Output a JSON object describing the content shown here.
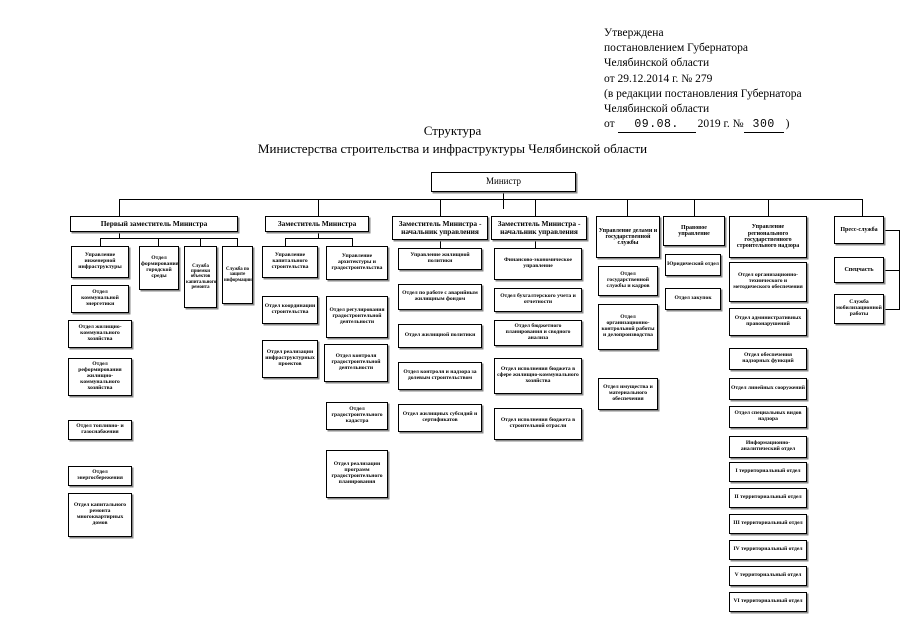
{
  "document": {
    "approval": {
      "line1": "Утверждена",
      "line2": "постановлением Губернатора",
      "line3": "Челябинской области",
      "line4": "от 29.12.2014 г. № 279",
      "line5": "(в редакции постановления Губернатора",
      "line6": "Челябинской области",
      "line7_label": "от",
      "line7_date": "09.08.",
      "line7_year": "2019 г. №",
      "line7_number": "300",
      "line7_close": ")"
    },
    "title_line1": "Структура",
    "title_line2": "Министерства строительства и инфраструктуры Челябинской области"
  },
  "chart_data": {
    "type": "diagram",
    "root": "Министр",
    "nodes": {
      "minister": "Министр",
      "deputy1": "Первый заместитель Министра",
      "deputy2": "Заместитель Министра",
      "deputy3": "Заместитель Министра - начальник управления",
      "deputy4": "Заместитель Министра - начальник управления",
      "affairs_dept": "Управление делами и государственной службы",
      "legal_dept": "Правовое управление",
      "supervision_dept": "Управление регионального государственного строительного надзора",
      "press": "Пресс-служба",
      "c1_1": "Управление инженерной инфраструктуры",
      "c1_2": "Отдел коммунальной энергетики",
      "c1_3": "Отдел жилищно-коммунального хозяйства",
      "c1_4": "Отдел реформирования жилищно-коммунального хозяйства",
      "c1_5": "Отдел топливно- и газоснабжения",
      "c1_6": "Отдел энергосбережения",
      "c1_7": "Отдел капитального ремонта многоквартирных домов",
      "c2_1": "Отдел формирования городской среды",
      "c2_2": "Служба приемки объектов капитального ремонта",
      "c2_3": "Служба по защите информации",
      "c3_1": "Управление капитального строительства",
      "c3_2": "Отдел координации строительства",
      "c3_3": "Отдел реализации инфраструктурных проектов",
      "c4_1": "Управление архитектуры и градостроительства",
      "c4_2": "Отдел регулирования градостроительной деятельности",
      "c4_3": "Отдел контроля градостроительной деятельности",
      "c4_4": "Отдел градостроительного кадастра",
      "c4_5": "Отдел реализации программ градостроительного планирования",
      "c5_1": "Управление жилищной политики",
      "c5_2": "Отдел по работе с аварийным жилищным фондом",
      "c5_3": "Отдел жилищной политики",
      "c5_4": "Отдел контроля и надзора за долевым строительством",
      "c5_5": "Отдел жилищных субсидий и сертификатов",
      "c6_1": "Финансово-экономическое управление",
      "c6_2": "Отдел бухгалтерского учета и отчетности",
      "c6_3": "Отдел бюджетного планирования и сводного анализа",
      "c6_4": "Отдел исполнения бюджета в сфере жилищно-коммунального хозяйства",
      "c6_5": "Отдел исполнения бюджета в строительной отрасли",
      "c7_1": "Отдел государственной службы и кадров",
      "c7_2": "Отдел организационно-контрольной работы и делопроизводства",
      "c7_3": "Отдел имущества и материального обеспечения",
      "c8_1": "Юридический отдел",
      "c8_2": "Отдел закупок",
      "c9_1": "Отдел организационно-технического и методического обеспечения",
      "c9_2": "Отдел административных правонарушений",
      "c9_3": "Отдел обеспечения надзорных функций",
      "c9_4": "Отдел линейных сооружений",
      "c9_5": "Отдел специальных видов надзора",
      "c9_6": "Информационно-аналитический отдел",
      "c9_7": "I территориальный отдел",
      "c9_8": "II территориальный отдел",
      "c9_9": "III территориальный отдел",
      "c9_10": "IV территориальный отдел",
      "c9_11": "V территориальный отдел",
      "c9_12": "VI территориальный отдел",
      "c10_1": "Спецчасть",
      "c10_2": "Служба мобилизационной работы"
    }
  }
}
